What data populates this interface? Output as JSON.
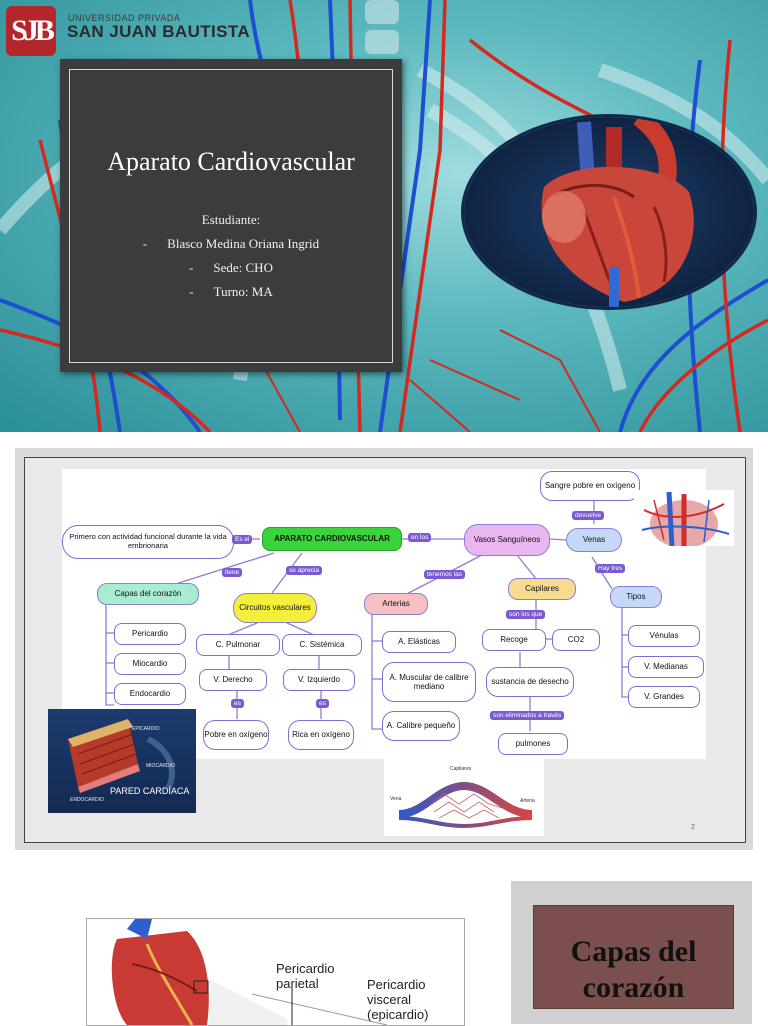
{
  "header": {
    "university_small": "UNIVERSIDAD PRIVADA",
    "university_name": "SAN JUAN BAUTISTA",
    "logo_text": "SJB"
  },
  "cover": {
    "title": "Aparato Cardiovascular",
    "student_label": "Estudiante:",
    "student_name": "Blasco Medina Oriana Ingrid",
    "sede": "Sede: CHO",
    "turno": "Turno: MA",
    "dash": "-"
  },
  "concept_map": {
    "root": "APARATO CARDIOVASCULAR",
    "first_activity": "Primero con actividad funcional durante la vida embrionaria",
    "capas": "Capas del corazón",
    "circuitos": "Circuitos vasculares",
    "vasos": "Vasos Sanguíneos",
    "venas": "Venas",
    "sangre_pobre": "Sangre pobre en oxígeno",
    "arterias": "Arterias",
    "capilares": "Capilares",
    "tipos": "Tipos",
    "pericardio": "Pericardio",
    "miocardio": "Miocardio",
    "endocardio": "Endocardio",
    "c_pulmonar": "C. Pulmonar",
    "c_sistemica": "C. Sistémica",
    "v_derecho": "V. Derecho",
    "v_izquierdo": "V. Izquierdo",
    "pobre_oxigeno": "Pobre en oxígeno",
    "rica_oxigeno": "Rica en oxígeno",
    "a_elasticas": "A. Elásticas",
    "a_muscular": "A. Muscular de calibre mediano",
    "a_calibre": "A. Calibre pequeño",
    "recoge": "Recoge",
    "co2": "CO2",
    "sustancia": "sustancia de desecho",
    "pulmones": "pulmones",
    "venulas": "Vénulas",
    "v_medianas": "V. Medianas",
    "v_grandes": "V. Grandes",
    "links": {
      "es_el": "Es el",
      "en_los": "en los",
      "tiene": "tiene",
      "se_aprecia": "se aprecia",
      "tenemos_las": "tenemos las",
      "devuelve": "devuelve",
      "hay_tres": "Hay tres",
      "son_los_que": "son los que",
      "es1": "es",
      "es2": "es",
      "son_eliminados": "son eliminados a través"
    },
    "pared_title": "PARED CARDÍACA",
    "pared_epicardio": "EPICARDIO",
    "pared_miocardio": "MIOCARDIO",
    "pared_endocardio": "ENDOCARDIO",
    "vasc_capilares": "Capilares",
    "vasc_vena": "Vena",
    "vasc_arteria": "Arteria"
  },
  "slide2_page": "2",
  "slide3": {
    "pericardio_parietal": "Pericardio parietal",
    "pericardio_visceral": "Pericardio visceral (epicardio)",
    "capas_title": "Capas del corazón"
  }
}
